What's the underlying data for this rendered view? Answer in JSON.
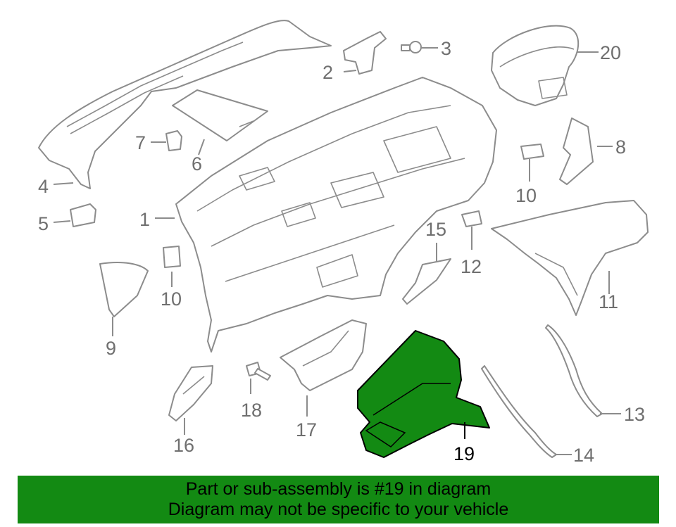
{
  "callouts": [
    {
      "id": "c1",
      "label": "1"
    },
    {
      "id": "c2",
      "label": "2"
    },
    {
      "id": "c3",
      "label": "3"
    },
    {
      "id": "c4",
      "label": "4"
    },
    {
      "id": "c5",
      "label": "5"
    },
    {
      "id": "c6",
      "label": "6"
    },
    {
      "id": "c7",
      "label": "7"
    },
    {
      "id": "c8",
      "label": "8"
    },
    {
      "id": "c9",
      "label": "9"
    },
    {
      "id": "c10a",
      "label": "10"
    },
    {
      "id": "c10b",
      "label": "10"
    },
    {
      "id": "c11",
      "label": "11"
    },
    {
      "id": "c12",
      "label": "12"
    },
    {
      "id": "c13",
      "label": "13"
    },
    {
      "id": "c14",
      "label": "14"
    },
    {
      "id": "c15",
      "label": "15"
    },
    {
      "id": "c16",
      "label": "16"
    },
    {
      "id": "c17",
      "label": "17"
    },
    {
      "id": "c18",
      "label": "18"
    },
    {
      "id": "c19",
      "label": "19"
    },
    {
      "id": "c20",
      "label": "20"
    }
  ],
  "highlight": {
    "part": "19",
    "color": "#138a13"
  },
  "banner": {
    "line1": "Part or sub-assembly is #19 in diagram",
    "line2": "Diagram may not be specific to your vehicle",
    "color": "#138a13"
  }
}
